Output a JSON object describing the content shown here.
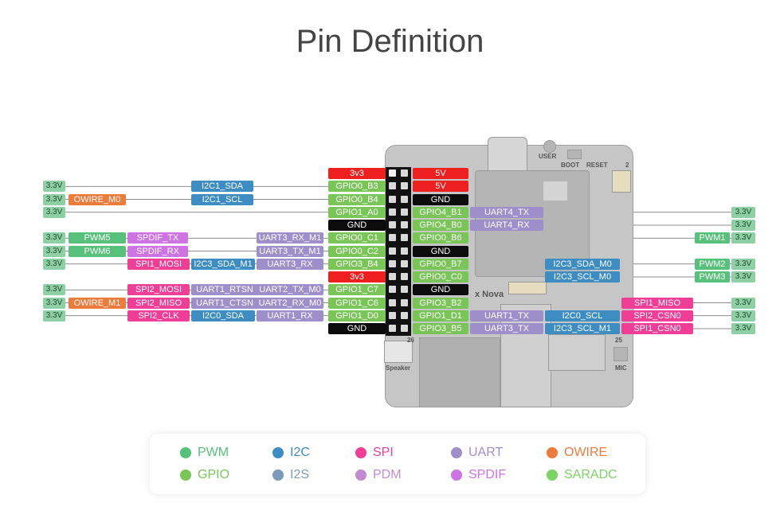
{
  "title": "Pin Definition",
  "colors": {
    "3v3": "#8fcfa5",
    "PWM": "#57c07a",
    "GPIO": "#79c557",
    "I2C": "#3d8dc2",
    "I2S": "#7a9bb9",
    "SPI": "#ee3e95",
    "PDM": "#c48ad0",
    "UART": "#9e8fca",
    "OWIRE": "#ec7b3c",
    "SPDIF": "#ce73e2",
    "SARADC": "#7ad363",
    "RED": "#ee1f1f",
    "BLACK": "#0c0c0c"
  },
  "board_text": {
    "user": "USER",
    "boot": "BOOT",
    "reset": "RESET",
    "nova": "x Nova",
    "speaker": "Speaker",
    "mic": "MIC",
    "n25": "25",
    "n26": "26",
    "n2": "2"
  },
  "left_rows": [
    {
      "tags": [
        [
          "3.3V",
          "3v3"
        ],
        [
          "I2C1_SDA",
          "I2C"
        ],
        [
          "GPIO0_B3",
          "GPIO"
        ]
      ]
    },
    {
      "tags": [
        [
          "3.3V",
          "3v3"
        ],
        [
          "OWIRE_M0",
          "OWIRE"
        ],
        [
          "I2C1_SCL",
          "I2C"
        ],
        [
          "GPIO0_B4",
          "GPIO"
        ]
      ]
    },
    {
      "tags": [
        [
          "3.3V",
          "3v3"
        ],
        [
          "GPIO1_A0",
          "GPIO"
        ]
      ]
    },
    {
      "tags": []
    },
    {
      "tags": [
        [
          "3.3V",
          "3v3"
        ],
        [
          "PWM5",
          "PWM"
        ],
        [
          "SPDIF_TX",
          "SPDIF"
        ],
        [
          "UART3_RX_M1",
          "UART"
        ],
        [
          "GPIO0_C1",
          "GPIO"
        ]
      ]
    },
    {
      "tags": [
        [
          "3.3V",
          "3v3"
        ],
        [
          "PWM6",
          "PWM"
        ],
        [
          "SPDIF_RX",
          "SPDIF"
        ],
        [
          "UART3_TX_M1",
          "UART"
        ],
        [
          "GPIO0_C2",
          "GPIO"
        ]
      ]
    },
    {
      "tags": [
        [
          "3.3V",
          "3v3"
        ],
        [
          "SPI1_MOSI",
          "SPI"
        ],
        [
          "I2C3_SDA_M1",
          "I2C"
        ],
        [
          "UART3_RX",
          "UART"
        ],
        [
          "GPIO3_B4",
          "GPIO"
        ]
      ]
    },
    {
      "tags": []
    },
    {
      "tags": [
        [
          "3.3V",
          "3v3"
        ],
        [
          "SPI2_MOSI",
          "SPI"
        ],
        [
          "UART1_RTSN",
          "UART"
        ],
        [
          "UART2_TX_M0",
          "UART"
        ],
        [
          "GPIO1_C7",
          "GPIO"
        ]
      ]
    },
    {
      "tags": [
        [
          "3.3V",
          "3v3"
        ],
        [
          "OWIRE_M1",
          "OWIRE"
        ],
        [
          "SPI2_MISO",
          "SPI"
        ],
        [
          "UART1_CTSN",
          "UART"
        ],
        [
          "UART2_RX_M0",
          "UART"
        ],
        [
          "GPIO1_C6",
          "GPIO"
        ]
      ]
    },
    {
      "tags": [
        [
          "3.3V",
          "3v3"
        ],
        [
          "SPI2_CLK",
          "SPI"
        ],
        [
          "I2C0_SDA",
          "I2C"
        ],
        [
          "UART1_RX",
          "UART"
        ],
        [
          "GPIO1_D0",
          "GPIO"
        ]
      ]
    },
    {
      "tags": []
    }
  ],
  "left_pins": [
    [
      "3v3",
      "RED"
    ],
    [
      "GPIO0_B3",
      "GPIO"
    ],
    [
      "GPIO0_B4",
      "GPIO"
    ],
    [
      "GPIO1_A0",
      "GPIO"
    ],
    [
      "GND",
      "BLACK"
    ],
    [
      "GPIO0_C1",
      "GPIO"
    ],
    [
      "GPIO0_C2",
      "GPIO"
    ],
    [
      "GPIO3_B4",
      "GPIO"
    ],
    [
      "3v3",
      "RED"
    ],
    [
      "GPIO1_C7",
      "GPIO"
    ],
    [
      "GPIO1_C6",
      "GPIO"
    ],
    [
      "GPIO1_D0",
      "GPIO"
    ],
    [
      "GND",
      "BLACK"
    ]
  ],
  "right_pins": [
    [
      "5V",
      "RED"
    ],
    [
      "5V",
      "RED"
    ],
    [
      "GND",
      "BLACK"
    ],
    [
      "GPIO4_B1",
      "GPIO"
    ],
    [
      "GPIO4_B0",
      "GPIO"
    ],
    [
      "GPIO0_B6",
      "GPIO"
    ],
    [
      "GND",
      "BLACK"
    ],
    [
      "GPIO0_B7",
      "GPIO"
    ],
    [
      "GPIO0_C0",
      "GPIO"
    ],
    [
      "GND",
      "BLACK"
    ],
    [
      "GPIO3_B2",
      "GPIO"
    ],
    [
      "GPIO1_D1",
      "GPIO"
    ],
    [
      "GPIO3_B5",
      "GPIO"
    ]
  ],
  "right_rows": [
    {
      "tags": []
    },
    {
      "tags": []
    },
    {
      "tags": []
    },
    {
      "tags": [
        [
          "UART4_TX",
          "UART"
        ]
      ],
      "end": [
        [
          "3.3V",
          "3v3"
        ]
      ]
    },
    {
      "tags": [
        [
          "UART4_RX",
          "UART"
        ]
      ],
      "end": [
        [
          "3.3V",
          "3v3"
        ]
      ]
    },
    {
      "tags": [],
      "end": [
        [
          "PWM1",
          "PWM"
        ],
        [
          "3.3V",
          "3v3"
        ]
      ]
    },
    {
      "tags": []
    },
    {
      "tags": [
        [
          "",
          "none"
        ],
        [
          "I2C3_SDA_M0",
          "I2C"
        ]
      ],
      "end": [
        [
          "PWM2",
          "PWM"
        ],
        [
          "3.3V",
          "3v3"
        ]
      ]
    },
    {
      "tags": [
        [
          "",
          "none"
        ],
        [
          "I2C3_SCL_M0",
          "I2C"
        ]
      ],
      "end": [
        [
          "PWM3",
          "PWM"
        ],
        [
          "3.3V",
          "3v3"
        ]
      ]
    },
    {
      "tags": []
    },
    {
      "tags": [
        [
          "",
          "none"
        ],
        [
          "",
          "none"
        ],
        [
          "SPI1_MISO",
          "SPI"
        ]
      ],
      "end": [
        [
          "3.3V",
          "3v3"
        ]
      ]
    },
    {
      "tags": [
        [
          "UART1_TX",
          "UART"
        ],
        [
          "I2C0_SCL",
          "I2C"
        ],
        [
          "SPI2_CSN0",
          "SPI"
        ]
      ],
      "end": [
        [
          "3.3V",
          "3v3"
        ]
      ]
    },
    {
      "tags": [
        [
          "UART3_TX",
          "UART"
        ],
        [
          "I2C3_SCL_M1",
          "I2C"
        ],
        [
          "SPI1_CSN0",
          "SPI"
        ]
      ],
      "end": [
        [
          "3.3V",
          "3v3"
        ]
      ]
    }
  ],
  "legend": [
    [
      "PWM",
      "PWM"
    ],
    [
      "I2C",
      "I2C"
    ],
    [
      "SPI",
      "SPI"
    ],
    [
      "UART",
      "UART"
    ],
    [
      "OWIRE",
      "OWIRE"
    ],
    [
      "GPIO",
      "GPIO"
    ],
    [
      "I2S",
      "I2S"
    ],
    [
      "PDM",
      "PDM"
    ],
    [
      "SPDIF",
      "SPDIF"
    ],
    [
      "SARADC",
      "SARADC"
    ]
  ]
}
